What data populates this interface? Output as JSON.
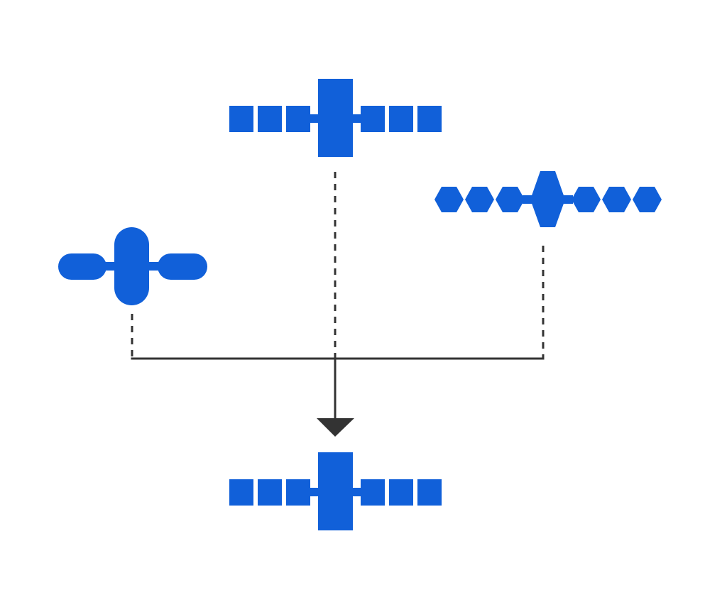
{
  "colors": {
    "satellite": "#1160D9",
    "connector": "#333333",
    "background": "#ffffff"
  },
  "diagram": {
    "nodes": [
      {
        "id": "sat-top",
        "icon": "satellite-square-panels-icon"
      },
      {
        "id": "sat-left",
        "icon": "satellite-capsule-panels-icon"
      },
      {
        "id": "sat-right",
        "icon": "satellite-hexagon-panels-icon"
      },
      {
        "id": "sat-bottom",
        "icon": "satellite-square-panels-icon"
      }
    ],
    "edges": [
      {
        "from": "sat-left",
        "to": "sat-bottom",
        "style": "dashed-then-solid"
      },
      {
        "from": "sat-top",
        "to": "sat-bottom",
        "style": "dashed-then-solid"
      },
      {
        "from": "sat-right",
        "to": "sat-bottom",
        "style": "dashed-then-solid"
      }
    ]
  }
}
